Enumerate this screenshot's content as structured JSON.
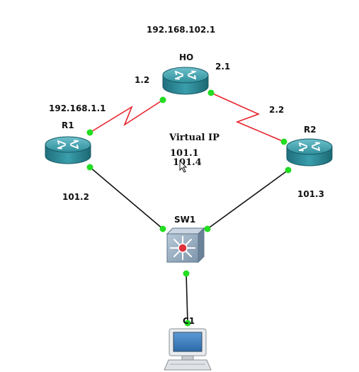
{
  "title_ip": "192.168.102.1",
  "virtual_ip": {
    "label": "Virtual IP",
    "address_1": "101.1",
    "address_2": "101.4"
  },
  "devices": {
    "ho": {
      "name": "HO",
      "type": "router"
    },
    "r1": {
      "name": "R1",
      "type": "router"
    },
    "r2": {
      "name": "R2",
      "type": "router"
    },
    "sw1": {
      "name": "SW1",
      "type": "multilayer-switch"
    },
    "c1": {
      "name": "C1",
      "type": "pc"
    }
  },
  "interface_labels": {
    "ho_left": "1.2",
    "ho_right": "2.1",
    "r1_wan": "192.168.1.1",
    "r2_wan": "2.2",
    "r1_lan": "101.2",
    "r2_lan": "101.3"
  },
  "links": [
    {
      "from": "HO",
      "to": "R1",
      "kind": "serial"
    },
    {
      "from": "HO",
      "to": "R2",
      "kind": "serial"
    },
    {
      "from": "R1",
      "to": "SW1",
      "kind": "ethernet"
    },
    {
      "from": "R2",
      "to": "SW1",
      "kind": "ethernet"
    },
    {
      "from": "SW1",
      "to": "C1",
      "kind": "ethernet"
    }
  ],
  "colors": {
    "serial_link": "#e8202a",
    "ethernet_link": "#111111",
    "link_up_dot": "#22dd22",
    "router_body": "#2c8a98",
    "switch_body": "#8fa6bb",
    "switch_center": "#e0303a"
  }
}
